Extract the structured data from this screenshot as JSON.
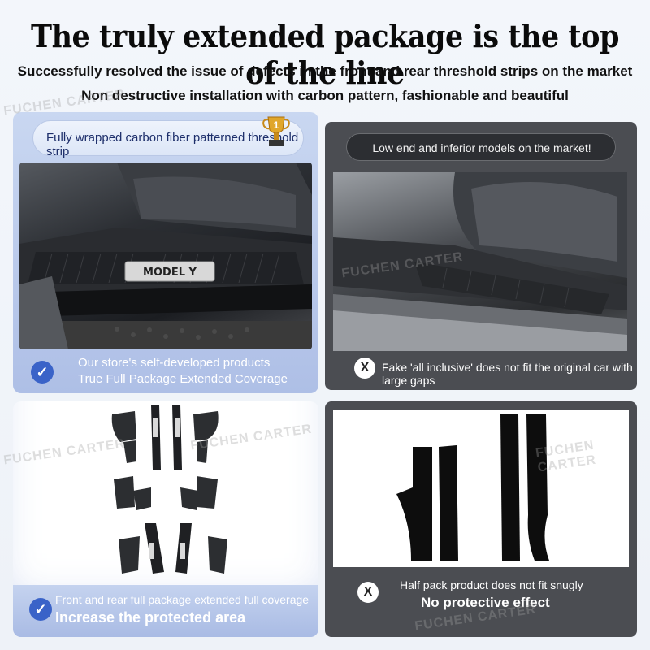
{
  "header": {
    "title": "The truly extended package is the top of the line",
    "subtitle_1": "Successfully resolved the issue of defects in the front and rear threshold strips on the market",
    "subtitle_2": "Non destructive installation with carbon pattern, fashionable and beautiful"
  },
  "watermark": "FUCHEN CARTER",
  "left_card": {
    "badge_label": "Fully wrapped carbon fiber patterned threshold strip",
    "trophy_digit": "1",
    "photo_plate_text": "MODEL Y",
    "caption_line1": "Our store's self-developed products",
    "caption_line2": "True Full Package Extended Coverage",
    "check_symbol": "✓"
  },
  "right_card": {
    "badge_label": "Low end and inferior models on the market!",
    "caption": "Fake 'all inclusive' does not fit the original car with large gaps",
    "x_symbol": "X"
  },
  "bottom_left": {
    "caption_line1": "Front and rear full package extended full coverage",
    "caption_line2": "Increase the protected area",
    "check_symbol": "✓"
  },
  "bottom_right": {
    "caption_line1": "Half pack product does not fit snugly",
    "caption_line2": "No protective effect",
    "x_symbol": "X"
  },
  "colors": {
    "accent_blue": "#3a63c8",
    "panel_blue": "#aebfe6",
    "panel_dark": "#4b4d52"
  }
}
